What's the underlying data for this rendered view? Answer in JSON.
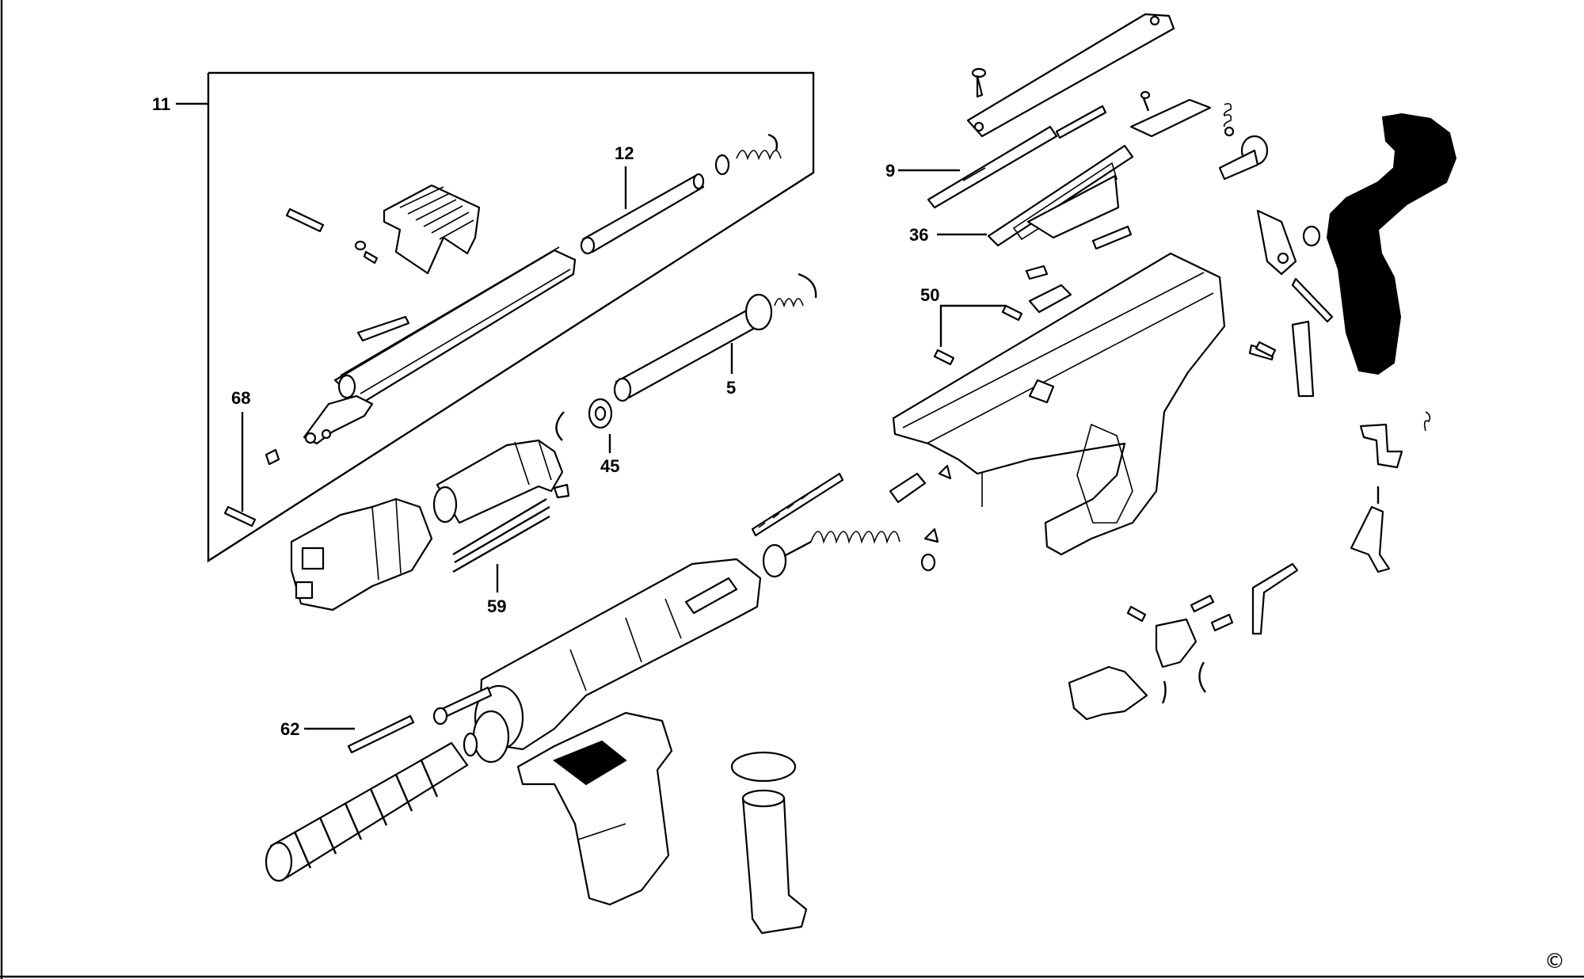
{
  "diagram": {
    "part_labels": [
      "11",
      "12",
      "68",
      "5",
      "45",
      "59",
      "62",
      "9",
      "36",
      "50"
    ],
    "copyright_mark": "©"
  }
}
